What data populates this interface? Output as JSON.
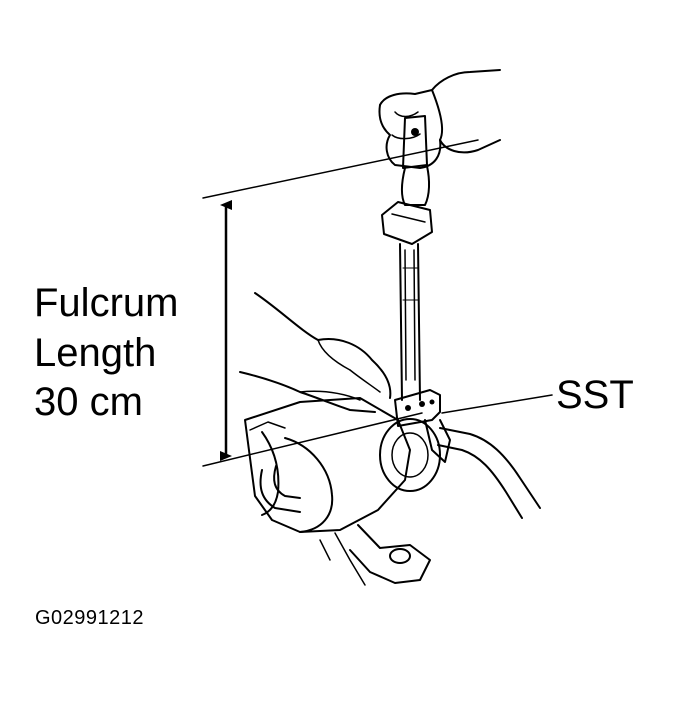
{
  "labels": {
    "fulcrum_line1": "Fulcrum",
    "fulcrum_line2": "Length",
    "fulcrum_line3": "30 cm",
    "sst": "SST",
    "figure_code": "G02991212"
  },
  "colors": {
    "ink": "#000000",
    "background": "#ffffff"
  }
}
